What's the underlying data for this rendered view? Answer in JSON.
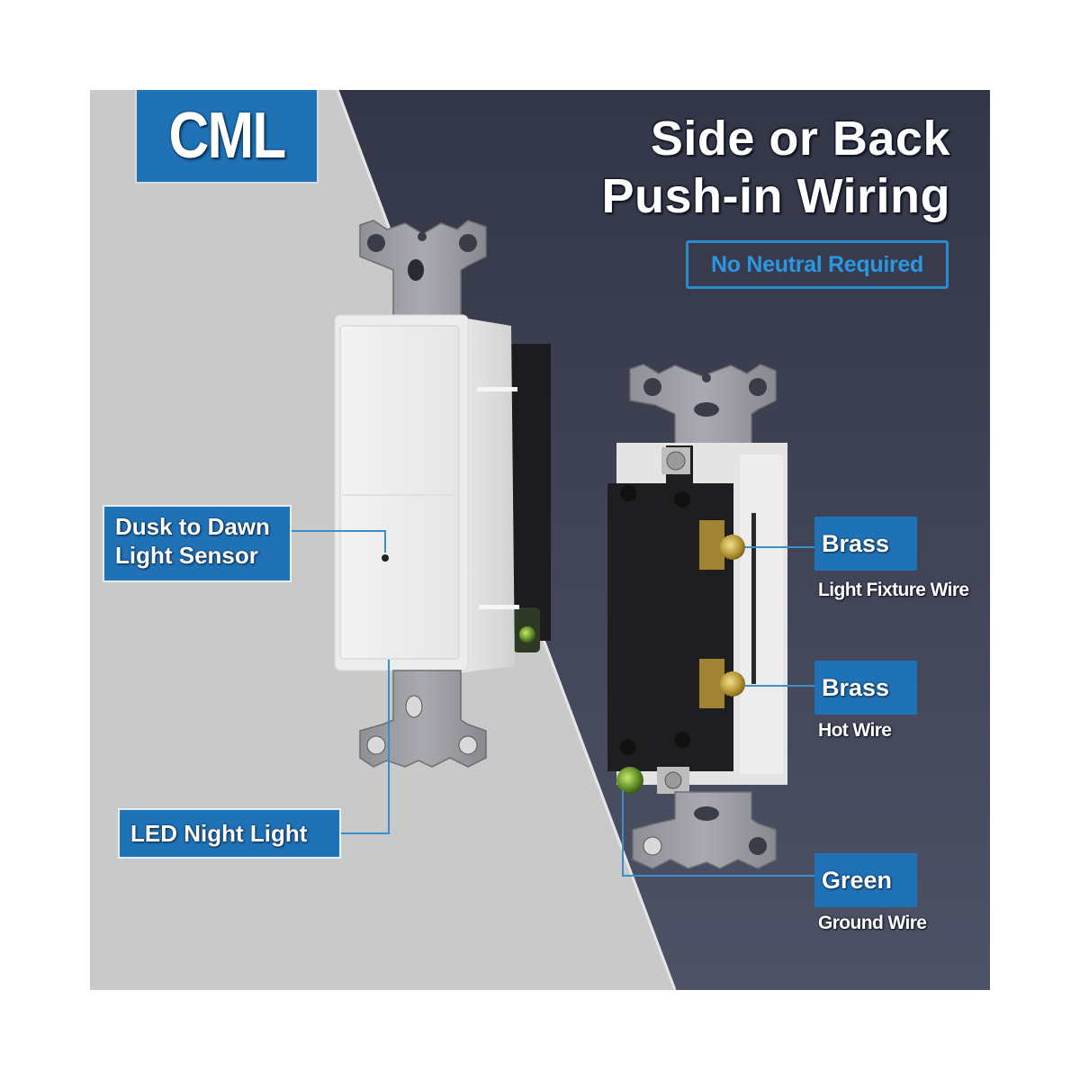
{
  "brand": {
    "logo_text": "CML"
  },
  "headline": {
    "line1": "Side or Back",
    "line2": "Push-in Wiring"
  },
  "badge": {
    "text": "No Neutral Required"
  },
  "callouts": {
    "sensor": {
      "line1": "Dusk to Dawn",
      "line2": "Light Sensor"
    },
    "night_light": {
      "label": "LED Night Light"
    }
  },
  "terminals": [
    {
      "color_name": "Brass",
      "wire": "Light Fixture Wire"
    },
    {
      "color_name": "Brass",
      "wire": "Hot Wire"
    },
    {
      "color_name": "Green",
      "wire": "Ground Wire"
    }
  ],
  "colors": {
    "light_bg": "#c9c9c9",
    "dark_bg": "#3a3f52",
    "accent_blue": "#1f72b5",
    "badge_blue": "#2b97e2",
    "leader_line": "#3b8fc8"
  }
}
